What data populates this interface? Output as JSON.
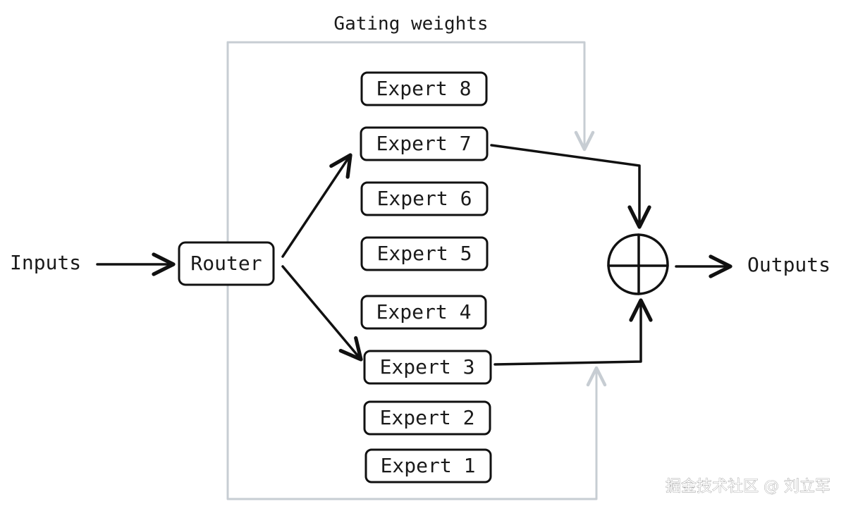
{
  "diagram": {
    "title": "Gating weights",
    "inputs_label": "Inputs",
    "router_label": "Router",
    "outputs_label": "Outputs",
    "experts": [
      "Expert 8",
      "Expert 7",
      "Expert 6",
      "Expert 5",
      "Expert 4",
      "Expert 3",
      "Expert 2",
      "Expert 1"
    ],
    "selected_experts": [
      "Expert 7",
      "Expert 3"
    ],
    "combine_symbol": "sum (circle-plus)",
    "colors": {
      "stroke": "#111111",
      "gating_line": "#c7cdd3",
      "background": "#ffffff"
    }
  },
  "watermark": "掘金技术社区 @ 刘立军"
}
